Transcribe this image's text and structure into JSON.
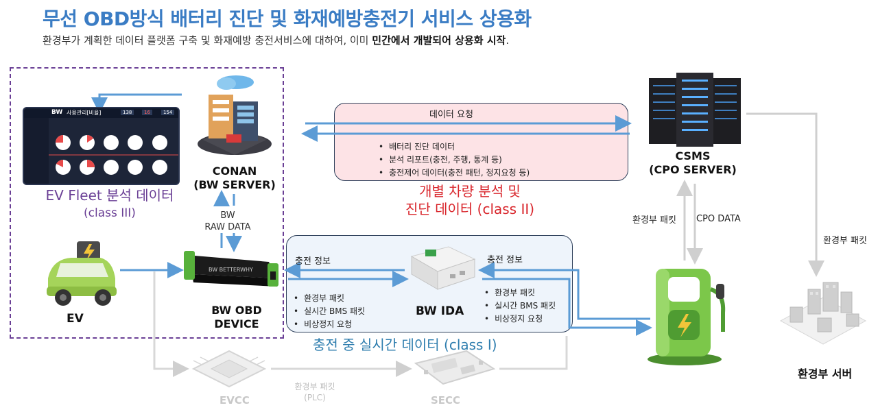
{
  "header": {
    "title": "무선 OBD방식 배터리 진단 및 화재예방충전기 서비스 상용화",
    "subtitle_plain": "환경부가 계획한 데이터 플랫폼 구축 및 화재예방 충전서비스에 대하여, 이미 ",
    "subtitle_bold": "민간에서 개발되어 상용화 시작",
    "subtitle_end": "."
  },
  "nodes": {
    "conan": {
      "line1": "CONAN",
      "line2": "(BW SERVER)"
    },
    "csms": {
      "line1": "CSMS",
      "line2": "(CPO SERVER)"
    },
    "ev": {
      "label": "EV"
    },
    "obd": {
      "line1": "BW OBD",
      "line2": "DEVICE"
    },
    "ida": {
      "label": "BW IDA"
    },
    "me_server": {
      "label": "환경부 서버"
    },
    "evcc": {
      "label": "EVCC"
    },
    "secc": {
      "label": "SECC"
    }
  },
  "class3": {
    "line1": "EV Fleet 분석 데이터",
    "line2": "(class III)"
  },
  "class2": {
    "request": "데이터 요청",
    "items": [
      "배터리 진단 데이터",
      "분석 리포트(충전, 주행, 통계 등)",
      "충전제어 데이터(충전 패턴, 정지요청 등)"
    ],
    "line1": "개별 차량 분석 및",
    "line2": "진단 데이터 (class II)"
  },
  "class1": {
    "charge_info_left": "충전 정보",
    "charge_info_right": "충전 정보",
    "items_left": [
      "환경부 패킷",
      "실시간 BMS 패킷",
      "비상정지 요청"
    ],
    "items_right": [
      "환경부 패킷",
      "실시간 BMS 패킷",
      "비상정지 요청"
    ],
    "label": "충전 중 실시간 데이터 (class I)"
  },
  "links": {
    "raw_line1": "BW",
    "raw_line2": "RAW DATA",
    "me_packet_left": "환경부 패킷",
    "cpo_data": "CPO DATA",
    "me_packet_right": "환경부 패킷",
    "plc_line1": "환경부 패킷",
    "plc_line2": "(PLC)"
  },
  "dashboard": {
    "header": "사용관리[비율]",
    "stats": [
      "138",
      "16",
      "154"
    ]
  },
  "colors": {
    "accent_blue": "#3a7cc4",
    "arrow_blue": "#5b9bd5",
    "purple": "#6a3f95",
    "red": "#d9262c",
    "teal": "#2e7dae",
    "gray": "#d0d0d0"
  }
}
